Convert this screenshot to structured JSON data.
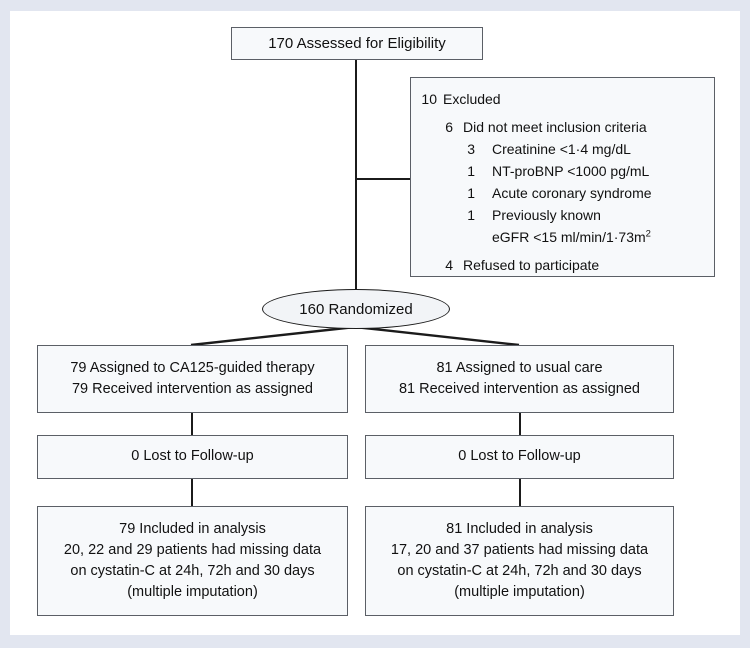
{
  "diagram": {
    "type": "consort-flow-diagram",
    "colors": {
      "page_background": "#e2e6f0",
      "canvas": "#ffffff",
      "box_fill": "#f7f9fb",
      "box_border": "#5b5f66",
      "connector": "#1b1b1b",
      "text": "#111111"
    },
    "enrollment": {
      "assessed": "170 Assessed for Eligibility"
    },
    "excluded": {
      "heading_num": "10",
      "heading_text": "Excluded",
      "reasons": [
        {
          "num": "6",
          "text": "Did not meet inclusion criteria",
          "sub": [
            {
              "num": "3",
              "text": "Creatinine <1·4 mg/dL"
            },
            {
              "num": "1",
              "text": "NT-proBNP <1000 pg/mL"
            },
            {
              "num": "1",
              "text": "Acute coronary syndrome"
            },
            {
              "num": "1",
              "text": "Previously known",
              "cont_pre": "eGFR <15 ml/min/1·73m",
              "cont_sup": "2"
            }
          ]
        },
        {
          "num": "4",
          "text": "Refused to participate"
        }
      ]
    },
    "randomization": {
      "label": "160 Randomized"
    },
    "arms": [
      {
        "allocation": [
          "79 Assigned to CA125-guided therapy",
          "79 Received intervention as assigned"
        ],
        "followup": [
          "0 Lost to Follow-up"
        ],
        "analysis": [
          "79 Included in analysis",
          "20, 22 and 29 patients had missing data",
          "on cystatin-C at 24h, 72h and 30 days",
          "(multiple imputation)"
        ]
      },
      {
        "allocation": [
          "81 Assigned to usual care",
          "81 Received intervention as assigned"
        ],
        "followup": [
          "0 Lost to Follow-up"
        ],
        "analysis": [
          "81 Included in analysis",
          "17, 20 and 37 patients had missing data",
          "on cystatin-C at 24h, 72h and 30 days",
          "(multiple imputation)"
        ]
      }
    ]
  }
}
